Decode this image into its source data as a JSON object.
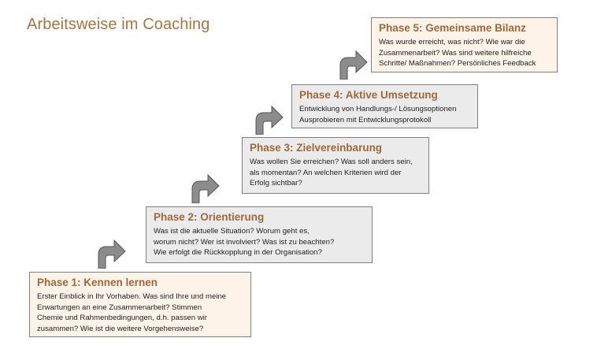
{
  "title": "Arbeitsweise im Coaching",
  "phases": [
    {
      "title": "Phase 1: Kennen lernen",
      "lines": [
        "Erster Einblick in Ihr Vorhaben. Was sind Ihre und meine",
        "Erwartungen an eine Zusammenarbeit? Stimmen",
        "Chemie und Rahmenbedingungen, d.h. passen wir",
        "zusammen? Wie ist die weitere Vorgehensweise?"
      ]
    },
    {
      "title": "Phase 2: Orientierung",
      "lines": [
        "Was ist die aktuelle Situation? Worum geht es,",
        "worum nicht? Wer ist involviert? Was ist zu beachten?",
        "Wie erfolgt die Rückkopplung in der Organisation?"
      ]
    },
    {
      "title": "Phase 3: Zielvereinbarung",
      "lines": [
        "Was wollen Sie erreichen? Was soll anders sein,",
        "als momentan? An welchen Kriterien wird der",
        "Erfolg sichtbar?"
      ]
    },
    {
      "title": "Phase 4: Aktive Umsetzung",
      "lines": [
        "Entwicklung von Handlungs-/ Lösungsoptionen",
        "Ausprobieren mit Entwicklungsprotokoll"
      ]
    },
    {
      "title": "Phase 5: Gemeinsame Bilanz",
      "lines": [
        "Was wurde erreicht, was nicht? Wie war die",
        "Zusammenarbeit? Was sind weitere hilfreiche",
        "Schritte/ Maßnahmen? Persönliches Feedback"
      ]
    }
  ],
  "colors": {
    "title": "#a27645",
    "phase_title": "#a0683a",
    "warm_box": "#fdf3e9",
    "grey_box": "#ebebeb",
    "arrow": "#8c8c8c"
  },
  "icons": [
    "curved-up-right-arrow-icon"
  ]
}
